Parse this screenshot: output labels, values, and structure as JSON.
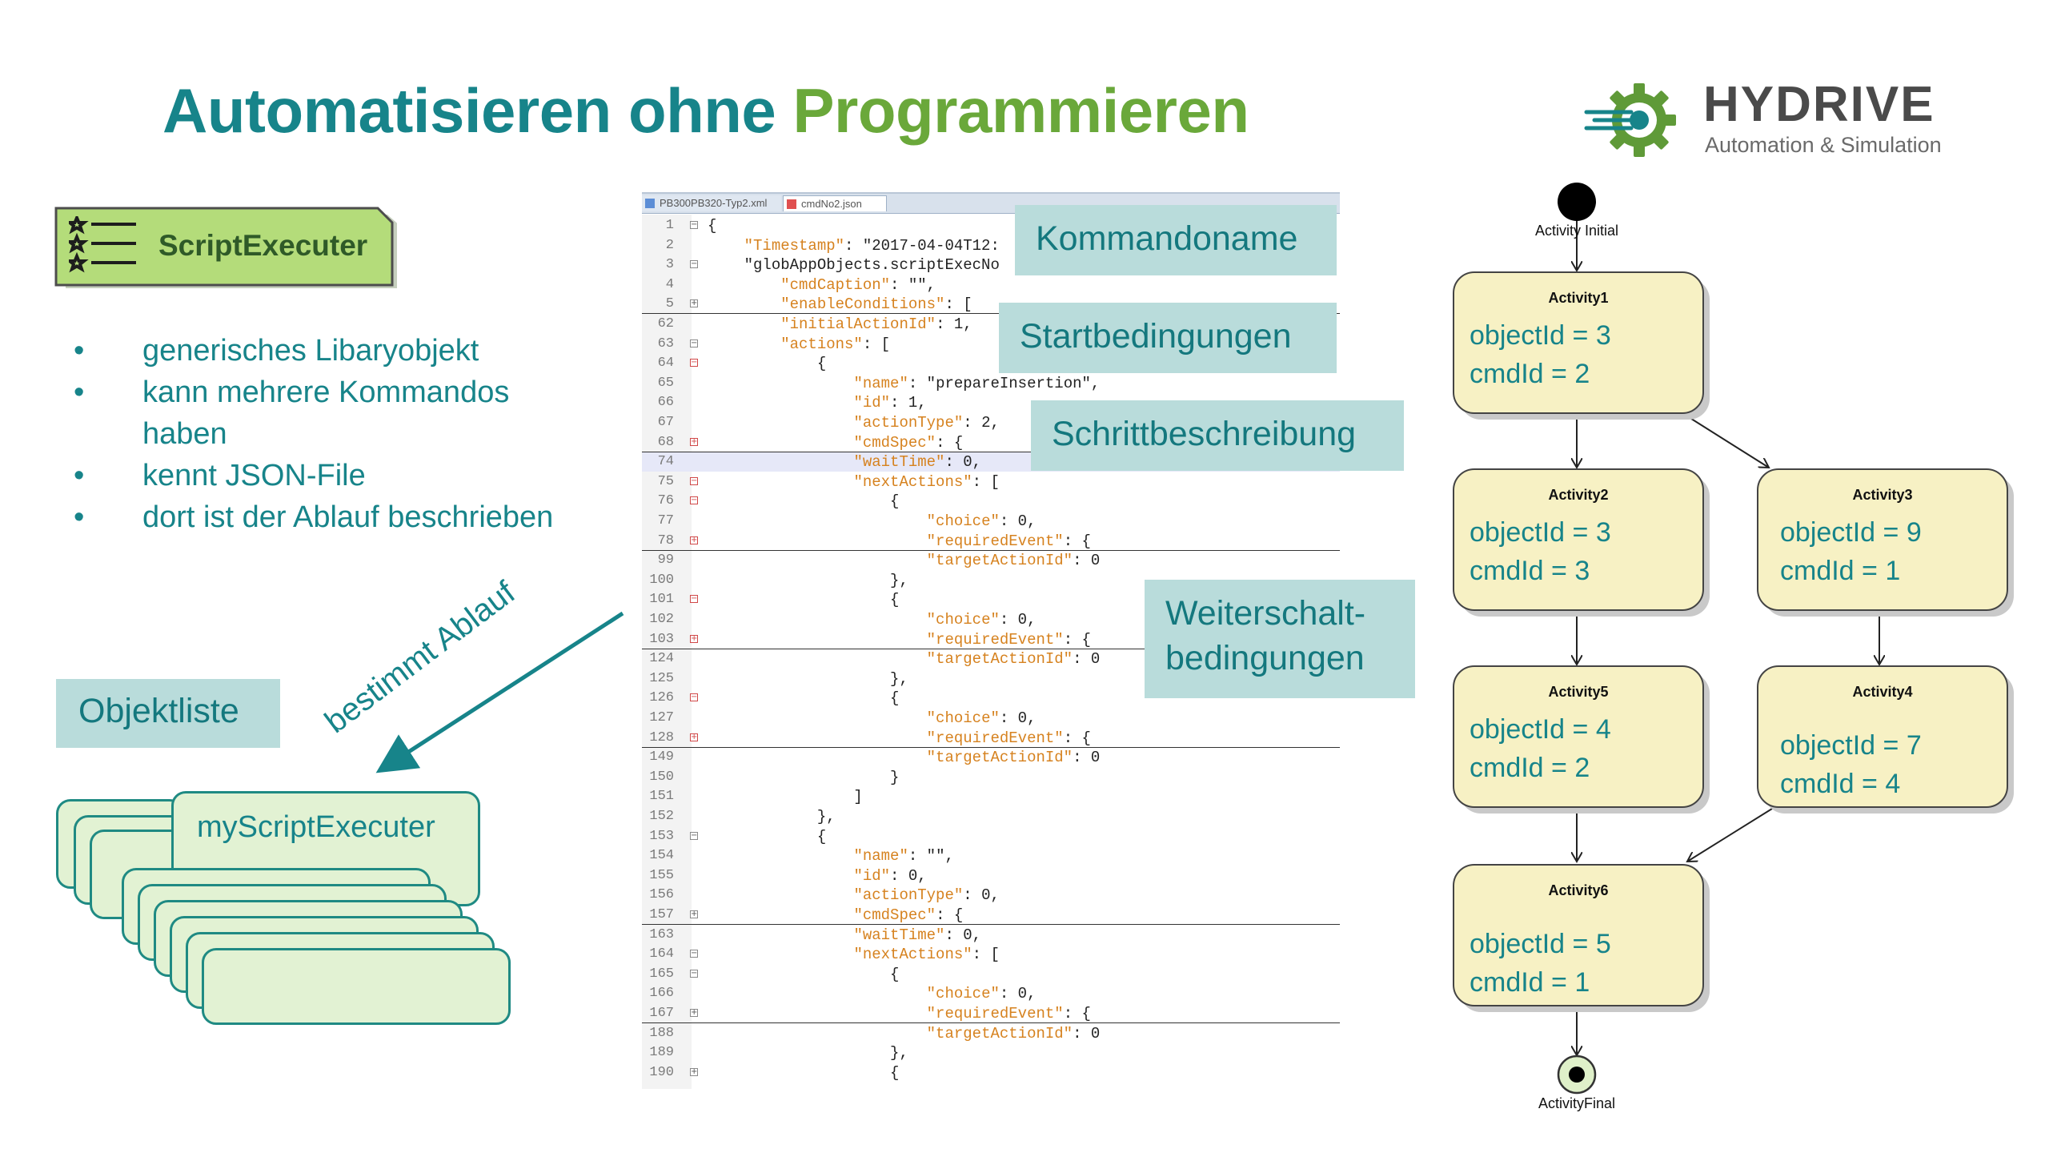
{
  "title": {
    "part1": "Automatisieren ohne ",
    "part2": "Programmieren"
  },
  "logo": {
    "name": "HYDRIVE",
    "subtitle": "Automation & Simulation",
    "icon": "gear-icon"
  },
  "script_executer": {
    "label": "ScriptExecuter",
    "icon": "star-list-icon"
  },
  "bullets": [
    {
      "dot": "•",
      "lines": [
        "generisches Libaryobjekt"
      ]
    },
    {
      "dot": "•",
      "lines": [
        "kann mehrere Kommandos",
        "haben"
      ]
    },
    {
      "dot": "•",
      "lines": [
        "kennt JSON-File"
      ]
    },
    {
      "dot": "•",
      "lines": [
        "dort ist der Ablauf beschrieben"
      ]
    }
  ],
  "objektliste": "Objektliste",
  "card_main": "myScriptExecuter",
  "arrow_label": "bestimmt Ablauf",
  "editor": {
    "tabs": [
      "PB300PB320-Typ2.xml",
      "cmdNo2.json"
    ],
    "lines": [
      {
        "n": "1",
        "fold": "box",
        "text": "{"
      },
      {
        "n": "2",
        "text": "    \"Timestamp\": \"2017-04-04T12:"
      },
      {
        "n": "3",
        "fold": "box",
        "text": "    \"globAppObjects.scriptExecNo"
      },
      {
        "n": "4",
        "text": "        \"cmdCaption\": \"\","
      },
      {
        "n": "5",
        "fold": "plus",
        "text": "        \"enableConditions\": [",
        "ul": true
      },
      {
        "n": "62",
        "text": "        \"initialActionId\": 1,"
      },
      {
        "n": "63",
        "fold": "box",
        "text": "        \"actions\": ["
      },
      {
        "n": "64",
        "fold": "redbox",
        "text": "            {"
      },
      {
        "n": "65",
        "text": "                \"name\": \"prepareInsertion\","
      },
      {
        "n": "66",
        "text": "                \"id\": 1,"
      },
      {
        "n": "67",
        "text": "                \"actionType\": 2,"
      },
      {
        "n": "68",
        "fold": "redplus",
        "text": "                \"cmdSpec\": {",
        "ul": true
      },
      {
        "n": "74",
        "text": "                \"waitTime\": 0,",
        "hl": true
      },
      {
        "n": "75",
        "fold": "redbox",
        "text": "                \"nextActions\": ["
      },
      {
        "n": "76",
        "fold": "redbox",
        "text": "                    {"
      },
      {
        "n": "77",
        "text": "                        \"choice\": 0,"
      },
      {
        "n": "78",
        "fold": "redplus",
        "text": "                        \"requiredEvent\": {",
        "ul": true
      },
      {
        "n": "99",
        "text": "                        \"targetActionId\": 0"
      },
      {
        "n": "100",
        "text": "                    },"
      },
      {
        "n": "101",
        "fold": "redbox",
        "text": "                    {"
      },
      {
        "n": "102",
        "text": "                        \"choice\": 0,"
      },
      {
        "n": "103",
        "fold": "redplus",
        "text": "                        \"requiredEvent\": {",
        "ul": true
      },
      {
        "n": "124",
        "text": "                        \"targetActionId\": 0"
      },
      {
        "n": "125",
        "text": "                    },"
      },
      {
        "n": "126",
        "fold": "redbox",
        "text": "                    {"
      },
      {
        "n": "127",
        "text": "                        \"choice\": 0,"
      },
      {
        "n": "128",
        "fold": "redplus",
        "text": "                        \"requiredEvent\": {",
        "ul": true
      },
      {
        "n": "149",
        "text": "                        \"targetActionId\": 0"
      },
      {
        "n": "150",
        "text": "                    }"
      },
      {
        "n": "151",
        "text": "                ]"
      },
      {
        "n": "152",
        "text": "            },"
      },
      {
        "n": "153",
        "fold": "box",
        "text": "            {"
      },
      {
        "n": "154",
        "text": "                \"name\": \"\","
      },
      {
        "n": "155",
        "text": "                \"id\": 0,"
      },
      {
        "n": "156",
        "text": "                \"actionType\": 0,"
      },
      {
        "n": "157",
        "fold": "plus",
        "text": "                \"cmdSpec\": {",
        "ul": true
      },
      {
        "n": "163",
        "text": "                \"waitTime\": 0,"
      },
      {
        "n": "164",
        "fold": "box",
        "text": "                \"nextActions\": ["
      },
      {
        "n": "165",
        "fold": "box",
        "text": "                    {"
      },
      {
        "n": "166",
        "text": "                        \"choice\": 0,"
      },
      {
        "n": "167",
        "fold": "plus",
        "text": "                        \"requiredEvent\": {",
        "ul": true
      },
      {
        "n": "188",
        "text": "                        \"targetActionId\": 0"
      },
      {
        "n": "189",
        "text": "                    },"
      },
      {
        "n": "190",
        "fold": "plus",
        "text": "                    {"
      }
    ]
  },
  "labels": {
    "kommandoname": "Kommandoname",
    "startbedingungen": "Startbedingungen",
    "schrittbeschreibung": "Schrittbeschreibung",
    "weiterschalt_1": "Weiterschalt-",
    "weiterschalt_2": "bedingungen"
  },
  "diagram": {
    "initial": "Activity Initial",
    "final": "ActivityFinal",
    "activities": [
      {
        "id": "a1",
        "title": "Activity1",
        "line1": "objectId = 3",
        "line2": "cmdId = 2"
      },
      {
        "id": "a2",
        "title": "Activity2",
        "line1": "objectId = 3",
        "line2": "cmdId = 3"
      },
      {
        "id": "a3",
        "title": "Activity3",
        "line1": "objectId = 9",
        "line2": "cmdId = 1"
      },
      {
        "id": "a5",
        "title": "Activity5",
        "line1": "objectId = 4",
        "line2": "cmdId = 2"
      },
      {
        "id": "a4",
        "title": "Activity4",
        "line1": "objectId = 7",
        "line2": "cmdId = 4"
      },
      {
        "id": "a6",
        "title": "Activity6",
        "line1": "objectId = 5",
        "line2": "cmdId = 1"
      }
    ]
  },
  "colors": {
    "teal": "#17848a",
    "green": "#6aa83a",
    "label_bg": "#b9dcdb",
    "activity_fill": "#f7f1c4"
  }
}
